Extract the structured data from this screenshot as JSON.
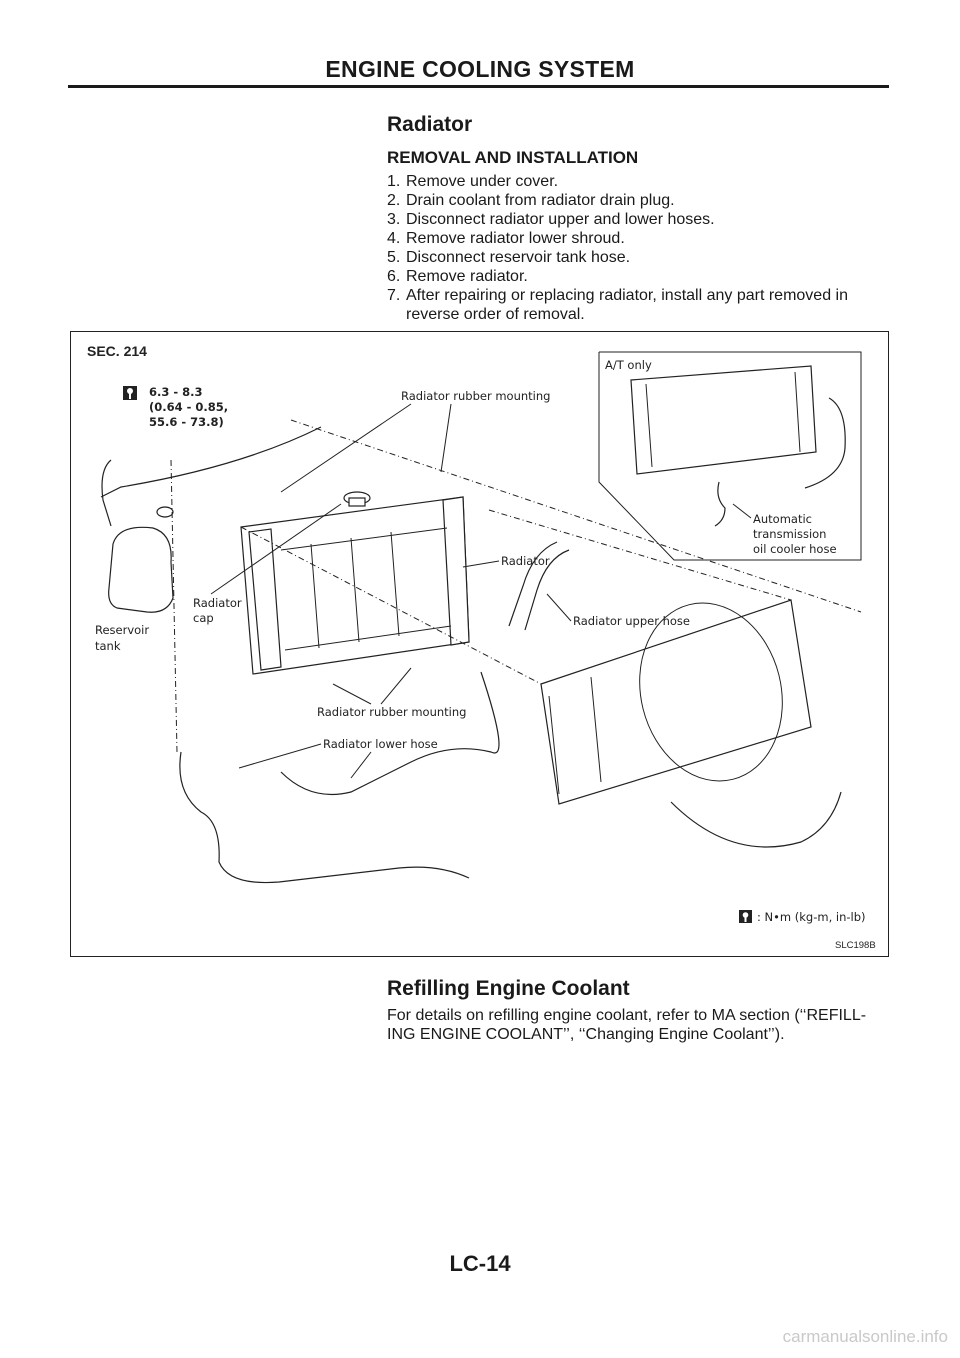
{
  "header": {
    "title": "ENGINE COOLING SYSTEM"
  },
  "radiator": {
    "title": "Radiator",
    "subtitle": "REMOVAL AND INSTALLATION",
    "steps": [
      {
        "num": "1.",
        "text": "Remove under cover."
      },
      {
        "num": "2.",
        "text": "Drain coolant from radiator drain plug."
      },
      {
        "num": "3.",
        "text": "Disconnect radiator upper and lower hoses."
      },
      {
        "num": "4.",
        "text": "Remove radiator lower shroud."
      },
      {
        "num": "5.",
        "text": "Disconnect reservoir tank hose."
      },
      {
        "num": "6.",
        "text": "Remove radiator."
      },
      {
        "num": "7.",
        "text": "After repairing or replacing radiator, install any part removed in reverse order of removal."
      }
    ]
  },
  "figure": {
    "section": "SEC. 214",
    "torque": [
      "6.3 - 8.3",
      "(0.64 - 0.85,",
      "55.6 - 73.8)"
    ],
    "labels": {
      "rubber_mount_top": "Radiator rubber mounting",
      "radiator": "Radiator",
      "radiator_cap": [
        "Radiator",
        "cap"
      ],
      "reservoir_tank": [
        "Reservoir",
        "tank"
      ],
      "upper_hose": "Radiator upper hose",
      "rubber_mount_bottom": "Radiator rubber mounting",
      "lower_hose": "Radiator lower hose",
      "at_only": "A/T only",
      "at_hose": [
        "Automatic",
        "transmission",
        "oil cooler hose"
      ],
      "units": ": N•m (kg-m, in-lb)"
    },
    "code": "SLC198B"
  },
  "refill": {
    "title": "Refilling Engine Coolant",
    "body": "For details on refilling engine coolant, refer to MA section (‘‘REFILL- ING ENGINE COOLANT’’, ‘‘Changing Engine Coolant’’)."
  },
  "footer": {
    "page": "LC-14"
  },
  "watermark": "carmanualsonline.info"
}
